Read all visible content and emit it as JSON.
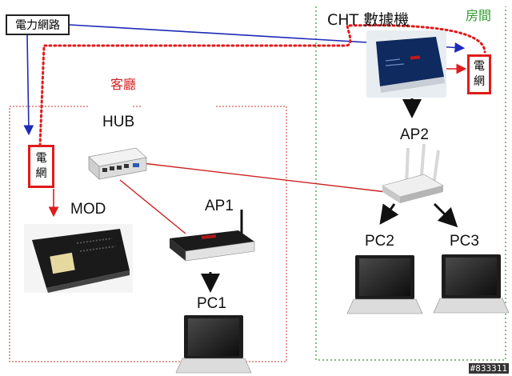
{
  "labels": {
    "power_network": "電力網路",
    "modem": "CHT 數據機",
    "room": "房間",
    "living_room": "客廳",
    "hub": "HUB",
    "mod": "MOD",
    "ap1": "AP1",
    "ap2": "AP2",
    "pc1": "PC1",
    "pc2": "PC2",
    "pc3": "PC3",
    "plc_line1": "電",
    "plc_line2": "網"
  },
  "watermark": "#833311",
  "colors": {
    "power_line": "#1f2ab8",
    "plc_signal": "#e01b1b",
    "ethernet": "#cc2222",
    "room_border": "#2e9a2e",
    "living_border": "#cc3333"
  }
}
